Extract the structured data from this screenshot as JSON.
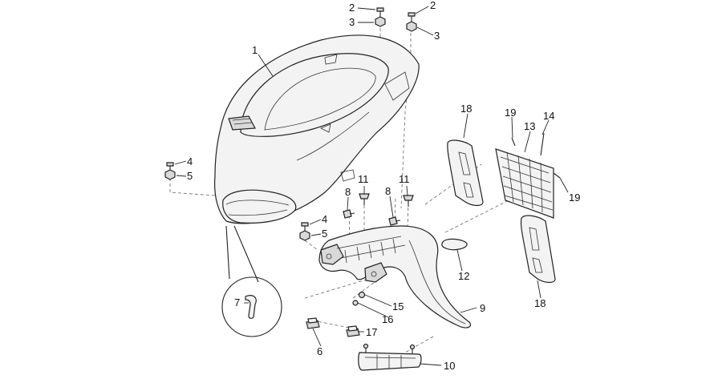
{
  "callouts": [
    {
      "label": "1"
    },
    {
      "label": "2"
    },
    {
      "label": "3"
    },
    {
      "label": "2"
    },
    {
      "label": "3"
    },
    {
      "label": "4"
    },
    {
      "label": "5"
    },
    {
      "label": "4"
    },
    {
      "label": "5"
    },
    {
      "label": "8"
    },
    {
      "label": "11"
    },
    {
      "label": "8"
    },
    {
      "label": "11"
    },
    {
      "label": "7"
    },
    {
      "label": "6"
    },
    {
      "label": "17"
    },
    {
      "label": "15"
    },
    {
      "label": "16"
    },
    {
      "label": "9"
    },
    {
      "label": "10"
    },
    {
      "label": "12"
    },
    {
      "label": "18"
    },
    {
      "label": "19"
    },
    {
      "label": "13"
    },
    {
      "label": "14"
    },
    {
      "label": "19"
    },
    {
      "label": "18"
    }
  ]
}
